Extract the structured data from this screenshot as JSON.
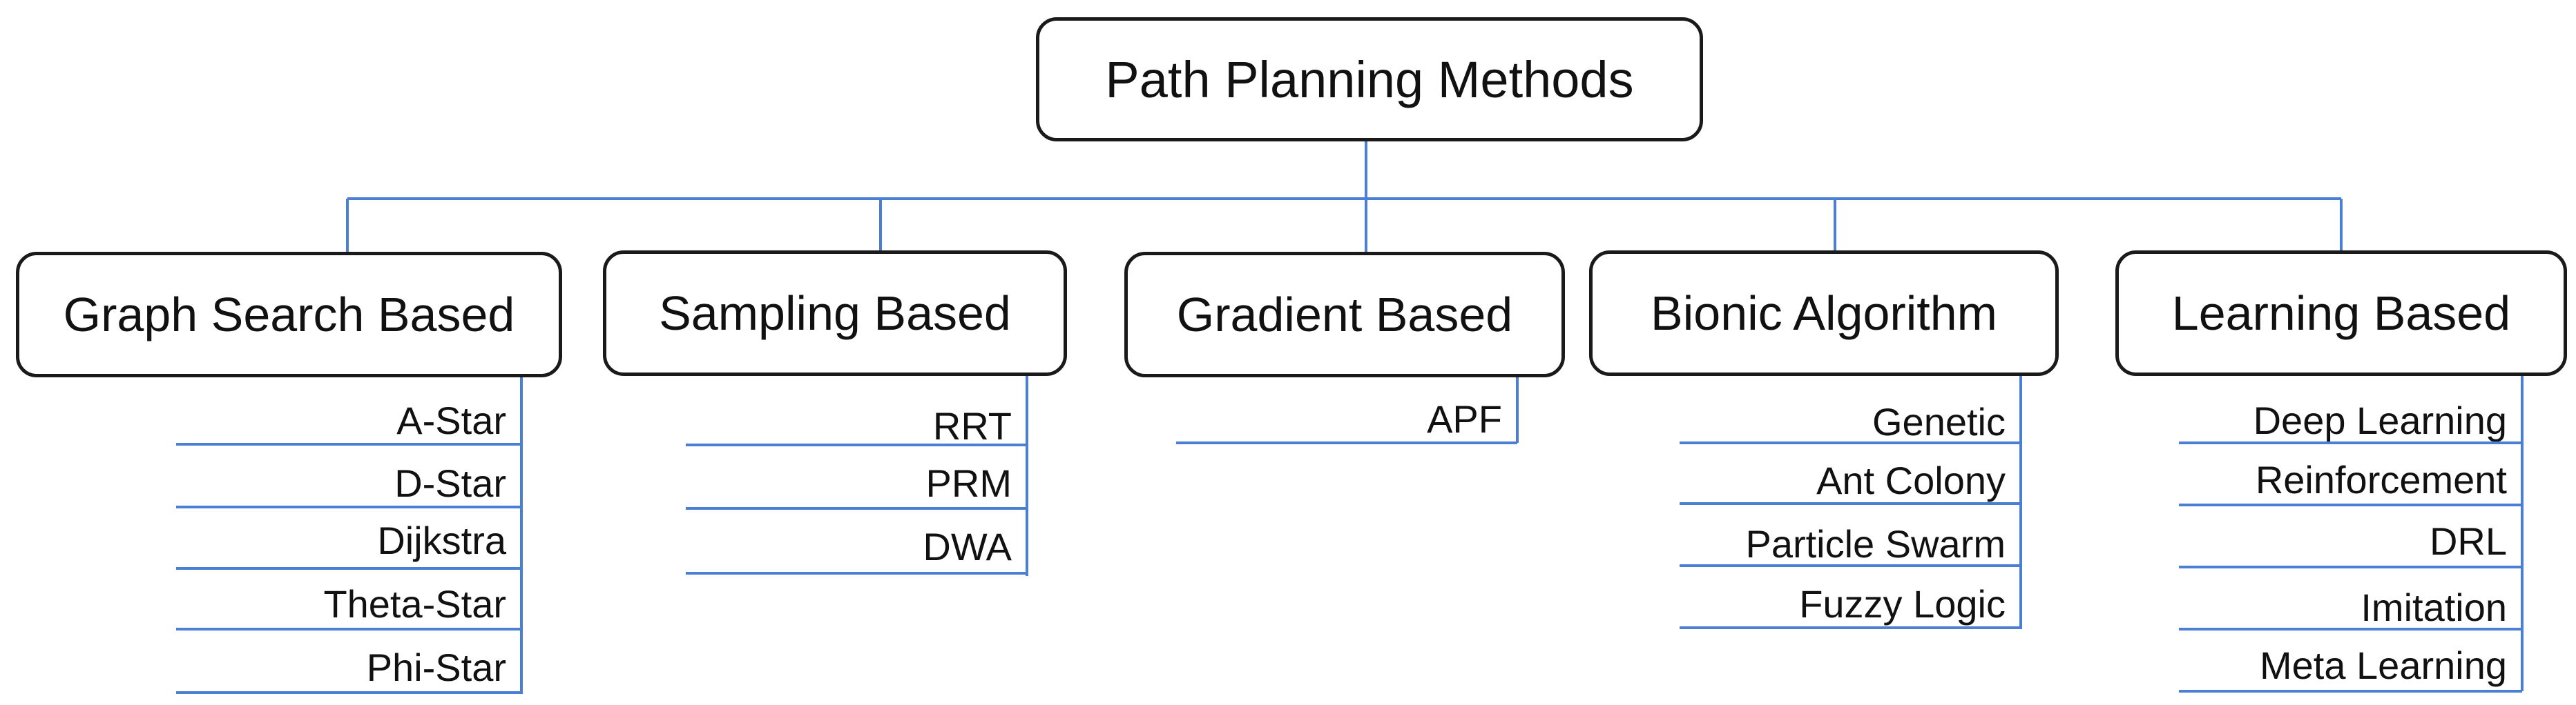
{
  "root": {
    "label": "Path Planning Methods"
  },
  "categories": [
    {
      "label": "Graph Search Based",
      "items": [
        "A-Star",
        "D-Star",
        "Dijkstra",
        "Theta-Star",
        "Phi-Star"
      ]
    },
    {
      "label": "Sampling Based",
      "items": [
        "RRT",
        "PRM",
        "DWA"
      ]
    },
    {
      "label": "Gradient Based",
      "items": [
        "APF"
      ]
    },
    {
      "label": "Bionic Algorithm",
      "items": [
        "Genetic",
        "Ant Colony",
        "Particle Swarm",
        "Fuzzy Logic"
      ]
    },
    {
      "label": "Learning Based",
      "items": [
        "Deep Learning",
        "Reinforcement",
        "DRL",
        "Imitation",
        "Meta Learning"
      ]
    }
  ],
  "colors": {
    "connector": "#4a7fd4",
    "box_border": "#1a1a1a",
    "text": "#111111"
  }
}
